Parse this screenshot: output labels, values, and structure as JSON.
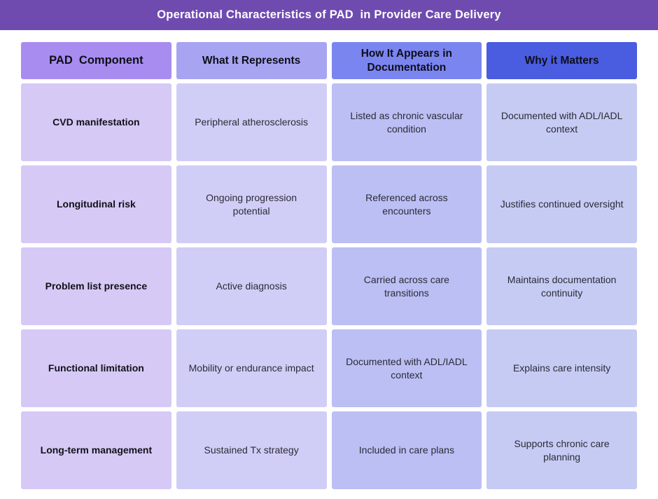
{
  "title": "Operational Characteristics of PAD  in Provider Care Delivery",
  "colors": {
    "title_bar_bg": "#6f4bb0",
    "title_text": "#ffffff",
    "page_bg": "#ffffff",
    "header_text": "#0e0e1a",
    "body_text": "#2b2b36",
    "component_text": "#111118"
  },
  "table": {
    "columns": [
      {
        "label": "PAD  Component",
        "header_bg": "#a98cf0",
        "body_bg": "#d6c9f6"
      },
      {
        "label": "What It Represents",
        "header_bg": "#a7a5f2",
        "body_bg": "#d0cef6"
      },
      {
        "label": "How It Appears in Documentation",
        "header_bg": "#7b85f0",
        "body_bg": "#bbbff4"
      },
      {
        "label": "Why it Matters",
        "header_bg": "#4a5ce0",
        "body_bg": "#c6cbf4"
      }
    ],
    "rows": [
      {
        "component": "CVD manifestation",
        "represents": "Peripheral atherosclerosis",
        "documentation": "Listed as chronic vascular condition",
        "matters": "Documented with ADL/IADL context"
      },
      {
        "component": "Longitudinal risk",
        "represents": "Ongoing progression potential",
        "documentation": "Referenced across encounters",
        "matters": "Justifies continued oversight"
      },
      {
        "component": "Problem list presence",
        "represents": "Active diagnosis",
        "documentation": "Carried across care transitions",
        "matters": "Maintains documentation continuity"
      },
      {
        "component": "Functional limitation",
        "represents": "Mobility or endurance impact",
        "documentation": "Documented with ADL/IADL context",
        "matters": "Explains care intensity"
      },
      {
        "component": "Long-term management",
        "represents": "Sustained Tx strategy",
        "documentation": "Included in care plans",
        "matters": "Supports chronic care planning"
      }
    ]
  }
}
